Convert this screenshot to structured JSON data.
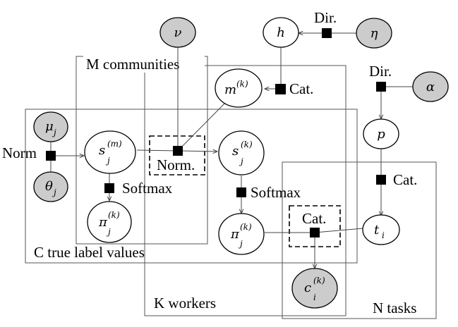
{
  "colors": {
    "observed_fill": "#cccccc",
    "latent_fill": "#ffffff",
    "stroke": "#000000",
    "factor": "#000000"
  },
  "plates": {
    "communities": "M communities",
    "label_values": "C true label values",
    "workers": "K workers",
    "tasks": "N tasks"
  },
  "factor_labels": {
    "dir_h": "Dir.",
    "dir_p": "Dir.",
    "cat_m": "Cat.",
    "cat_t": "Cat.",
    "cat_c": "Cat.",
    "norm_left": "Norm",
    "norm_gate": "Norm.",
    "softmax_community": "Softmax",
    "softmax_worker": "Softmax"
  },
  "nodes": {
    "nu": {
      "base": "ν",
      "sub": "",
      "sup": "",
      "observed": true
    },
    "h": {
      "base": "h",
      "sub": "",
      "sup": "",
      "observed": false
    },
    "eta": {
      "base": "η",
      "sub": "",
      "sup": "",
      "observed": true
    },
    "m": {
      "base": "m",
      "sub": "",
      "sup": "(k)",
      "observed": false
    },
    "alpha": {
      "base": "α",
      "sub": "",
      "sup": "",
      "observed": true
    },
    "mu": {
      "base": "μ",
      "sub": "j",
      "sup": "",
      "observed": true
    },
    "theta": {
      "base": "θ",
      "sub": "j",
      "sup": "",
      "observed": true
    },
    "s_m": {
      "base": "s",
      "sub": "j",
      "sup": "(m)",
      "observed": false
    },
    "s_k": {
      "base": "s",
      "sub": "j",
      "sup": "(k)",
      "observed": false
    },
    "p": {
      "base": "p",
      "sub": "",
      "sup": "",
      "observed": false
    },
    "pi_m": {
      "base": "π",
      "sub": "j",
      "sup": "(k)",
      "observed": false
    },
    "pi_k": {
      "base": "π",
      "sub": "j",
      "sup": "(k)",
      "observed": false
    },
    "t": {
      "base": "t",
      "sub": "i",
      "sup": "",
      "observed": false
    },
    "c": {
      "base": "c",
      "sub": "i",
      "sup": "(k)",
      "observed": true
    }
  }
}
